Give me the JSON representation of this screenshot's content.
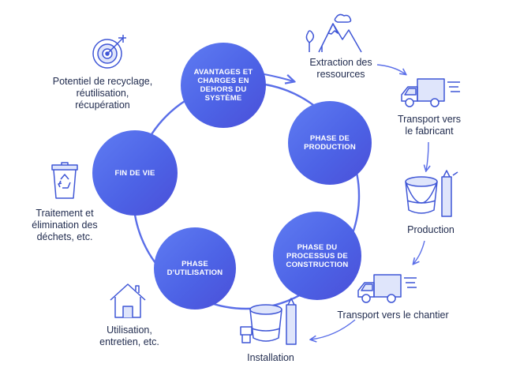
{
  "phases": {
    "beyond": "AVANTAGES ET CHARGES EN DEHORS DU SYSTÈME",
    "production": "PHASE DE PRODUCTION",
    "construction": "PHASE DU PROCESSUS DE CONSTRUCTION",
    "use": "PHASE D'UTILISATION",
    "end_of_life": "FIN DE VIE"
  },
  "stages": {
    "extraction": [
      "Extraction des",
      "ressources"
    ],
    "transport_manufacturer": [
      "Transport vers",
      "le fabricant"
    ],
    "production": [
      "Production"
    ],
    "transport_site": [
      "Transport vers le chantier"
    ],
    "installation": [
      "Installation"
    ],
    "use": [
      "Utilisation,",
      "entretien, etc."
    ],
    "waste": [
      "Traitement et",
      "élimination des",
      "déchets, etc."
    ],
    "recycling": [
      "Potentiel de recyclage,",
      "réutilisation,",
      "récupération"
    ]
  },
  "icons": {
    "extraction": "mountain-icon",
    "transport_manufacturer": "truck-icon",
    "production": "paint-bucket-icon",
    "transport_site": "truck-icon",
    "installation": "paint-bucket-icon",
    "use": "house-icon",
    "waste": "recycle-bin-icon",
    "recycling": "target-icon"
  },
  "colors": {
    "phase_gradient_start": "#5f7cf2",
    "phase_gradient_end": "#4a4fd8",
    "line": "#5a6ee8",
    "icon_stroke": "#3f56d6",
    "text": "#1f2a4d"
  }
}
